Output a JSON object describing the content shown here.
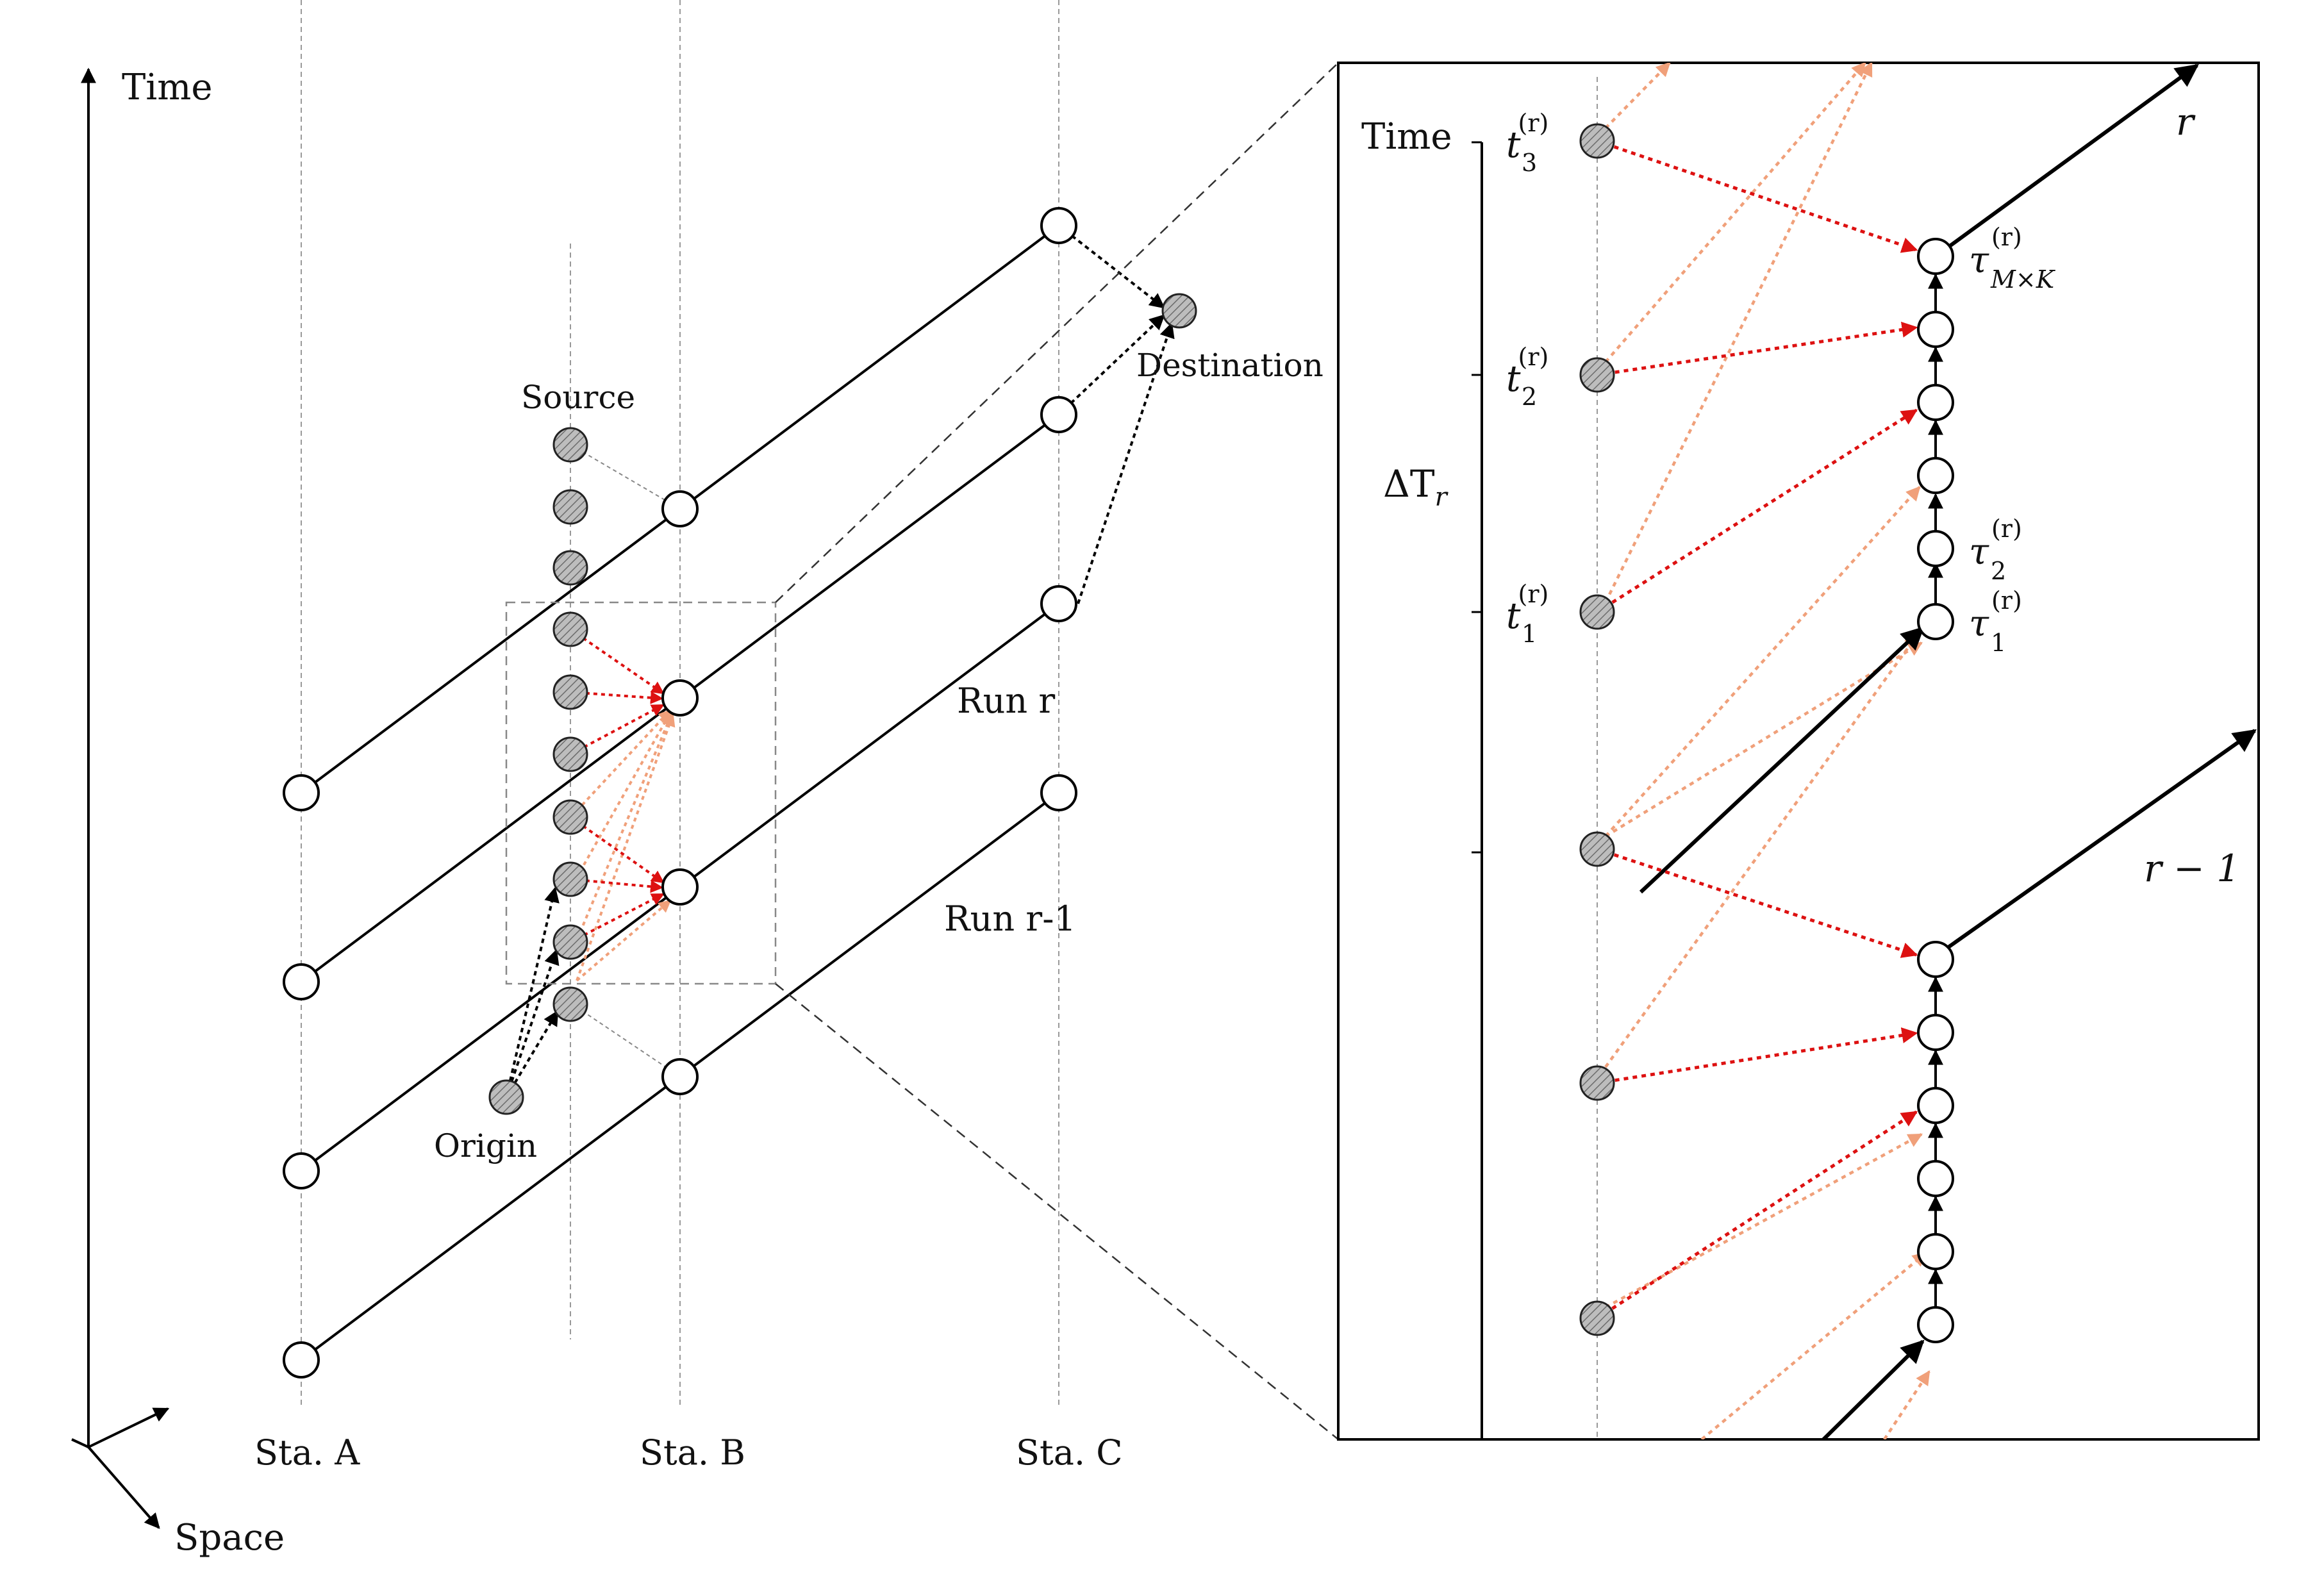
{
  "left_panel": {
    "axis_time": "Time",
    "axis_space": "Space",
    "stations": [
      "Sta. A",
      "Sta. B",
      "Sta. C"
    ],
    "source": "Source",
    "origin": "Origin",
    "destination": "Destination",
    "run_r": "Run r",
    "run_r_minus_1": "Run r-1"
  },
  "zoom_panel": {
    "axis_time": "Time",
    "delta_label": "ΔT",
    "delta_sub": "r",
    "run_r": "r",
    "run_r_minus_1": "r − 1",
    "sup_r": "(r)",
    "t_base": "t",
    "t_subs": [
      "1",
      "2",
      "3"
    ],
    "tau_base": "τ",
    "tau_subs": [
      "1",
      "2",
      "M×K"
    ]
  },
  "colors": {
    "red_arrow": "#dd1111",
    "orange_arrow": "#f0a07a",
    "node_fill_hatched": "#b5b5b5",
    "line": "#000000"
  }
}
